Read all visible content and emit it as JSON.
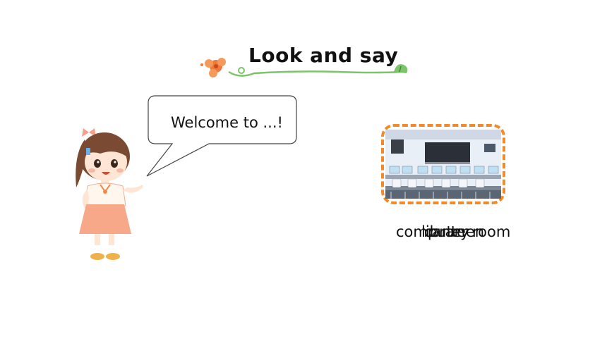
{
  "title": "Look and say",
  "speech": "Welcome to ...!",
  "words": [
    "computer room",
    "library",
    "canteen"
  ],
  "colors": {
    "frame": "#f08a2a",
    "vine": "#7cc36b",
    "flower": "#f07a3a"
  },
  "icons": [
    "flower-icon",
    "vine-icon",
    "sprout-icon",
    "girl-illustration",
    "computer-room-photo"
  ]
}
